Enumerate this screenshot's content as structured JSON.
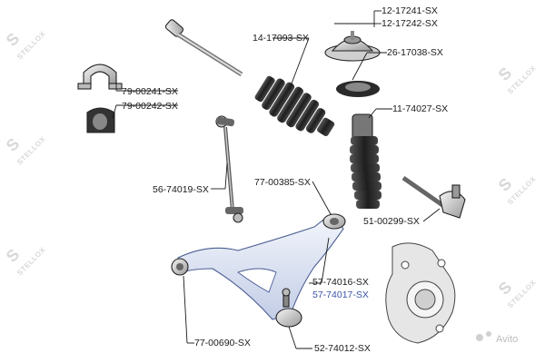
{
  "watermark": {
    "text": "STELLOX",
    "logo": "S"
  },
  "badge": {
    "text": "Avito"
  },
  "parts": [
    {
      "id": "p1",
      "label": "12-17241-SX",
      "color": "#1a1a1a",
      "icon": "strut-mount"
    },
    {
      "id": "p2",
      "label": "12-17242-SX",
      "color": "#1a1a1a",
      "icon": "strut-mount"
    },
    {
      "id": "p3",
      "label": "14-17093-SX",
      "color": "#1a1a1a",
      "icon": "tie-rod-boot"
    },
    {
      "id": "p4",
      "label": "26-17038-SX",
      "color": "#1a1a1a",
      "icon": "bearing-ring"
    },
    {
      "id": "p5",
      "label": "79-00241-SX",
      "color": "#1a1a1a",
      "icon": "bracket"
    },
    {
      "id": "p6",
      "label": "79-00242-SX",
      "color": "#1a1a1a",
      "icon": "bushing"
    },
    {
      "id": "p7",
      "label": "11-74027-SX",
      "color": "#1a1a1a",
      "icon": "shock-boot"
    },
    {
      "id": "p8",
      "label": "56-74019-SX",
      "color": "#1a1a1a",
      "icon": "stabilizer-link"
    },
    {
      "id": "p9",
      "label": "77-00385-SX",
      "color": "#1a1a1a",
      "icon": "arm-bushing"
    },
    {
      "id": "p10",
      "label": "51-00299-SX",
      "color": "#1a1a1a",
      "icon": "tie-rod-end"
    },
    {
      "id": "p11",
      "label": "57-74016-SX",
      "color": "#1a1a1a",
      "icon": "control-arm"
    },
    {
      "id": "p12",
      "label": "57-74017-SX",
      "color": "#3a55a8",
      "icon": "control-arm"
    },
    {
      "id": "p13",
      "label": "77-00690-SX",
      "color": "#1a1a1a",
      "icon": "arm-bushing"
    },
    {
      "id": "p14",
      "label": "52-74012-SX",
      "color": "#1a1a1a",
      "icon": "ball-joint"
    }
  ]
}
